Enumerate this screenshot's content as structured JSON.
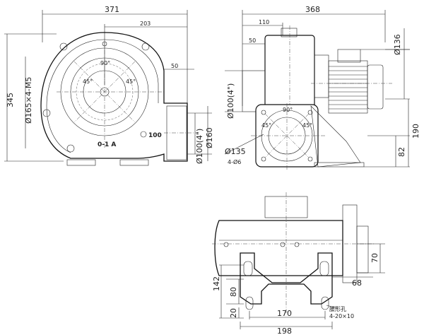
{
  "front_view": {
    "dim_width": "371",
    "dim_inner": "203",
    "dim_height": "345",
    "dim_bolt_circle": "Ø165×4-M5",
    "dim_outlet_offset": "50",
    "dim_outlet": "Ø100(4\")",
    "dim_outlet_flange": "Ø160",
    "angle_90": "90°",
    "angle_45_left": "45°",
    "angle_45_right": "45°",
    "model_label": "0-1 A",
    "brand_number": "100"
  },
  "side_view": {
    "dim_length": "368",
    "dim_inlet_length": "110",
    "dim_inlet_offset": "50",
    "dim_motor": "Ø136",
    "dim_inlet": "Ø100(4\")",
    "dim_total_height": "190",
    "dim_center_height": "82",
    "dim_flange": "Ø135",
    "dim_holes": "4-Ø6",
    "angle_90": "90°",
    "angle_45_left": "45°",
    "angle_45_right": "45°"
  },
  "bottom_view": {
    "dim_142": "142",
    "dim_80": "80",
    "dim_20": "20",
    "dim_70": "70",
    "dim_68": "68",
    "dim_170": "170",
    "dim_198": "198",
    "slot_label": "腰形孔",
    "slot_spec": "4-20×10"
  }
}
